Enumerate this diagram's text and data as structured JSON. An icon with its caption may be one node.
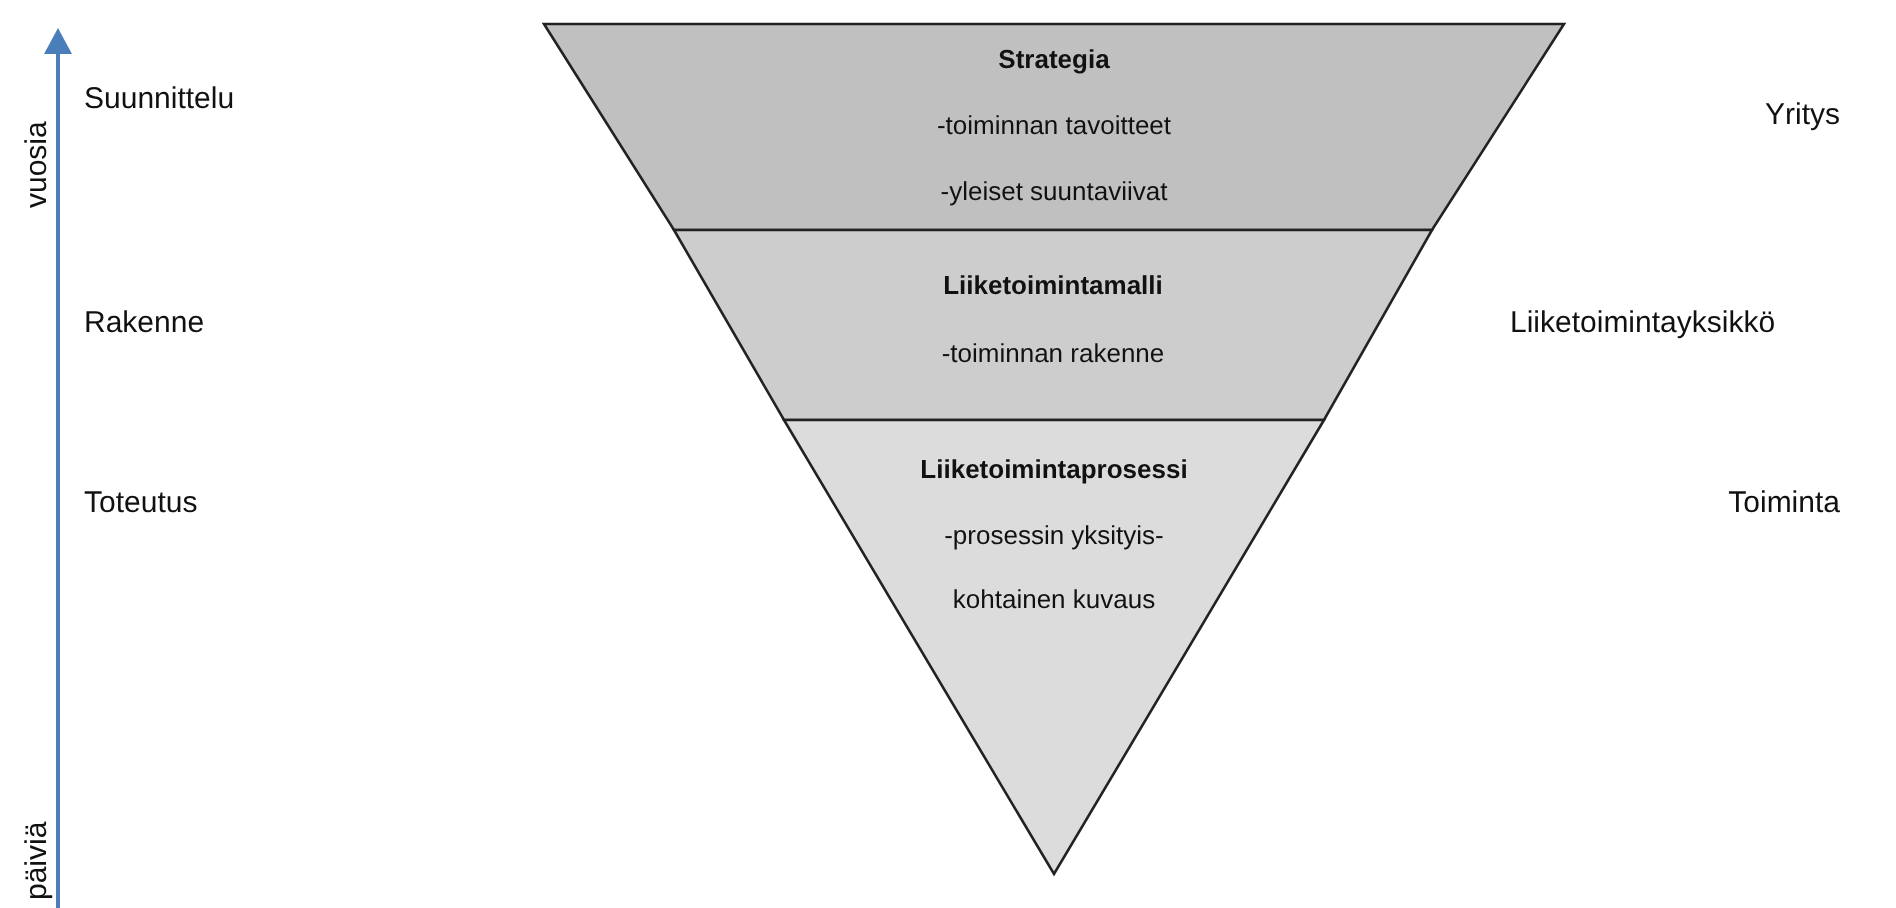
{
  "diagram": {
    "nodes": [
      {
        "text": [
          "Strategia",
          "-toiminnan tavoitteet",
          "-yleiset suuntaviivat"
        ]
      },
      {
        "text": [
          "Liiketoimintamalli",
          "-toiminnan rakenne"
        ]
      },
      {
        "text": [
          "Liiketoimintaprosessi",
          "-prosessin yksityis- kohtainen kuvaus"
        ]
      }
    ],
    "edges": [],
    "labels": [
      "vuosia",
      "Suunnittelu",
      "Yritys",
      "Rakenne",
      "Liiketoimintayksikkö",
      "Toteutus",
      "Toiminta",
      "päiviä"
    ]
  }
}
